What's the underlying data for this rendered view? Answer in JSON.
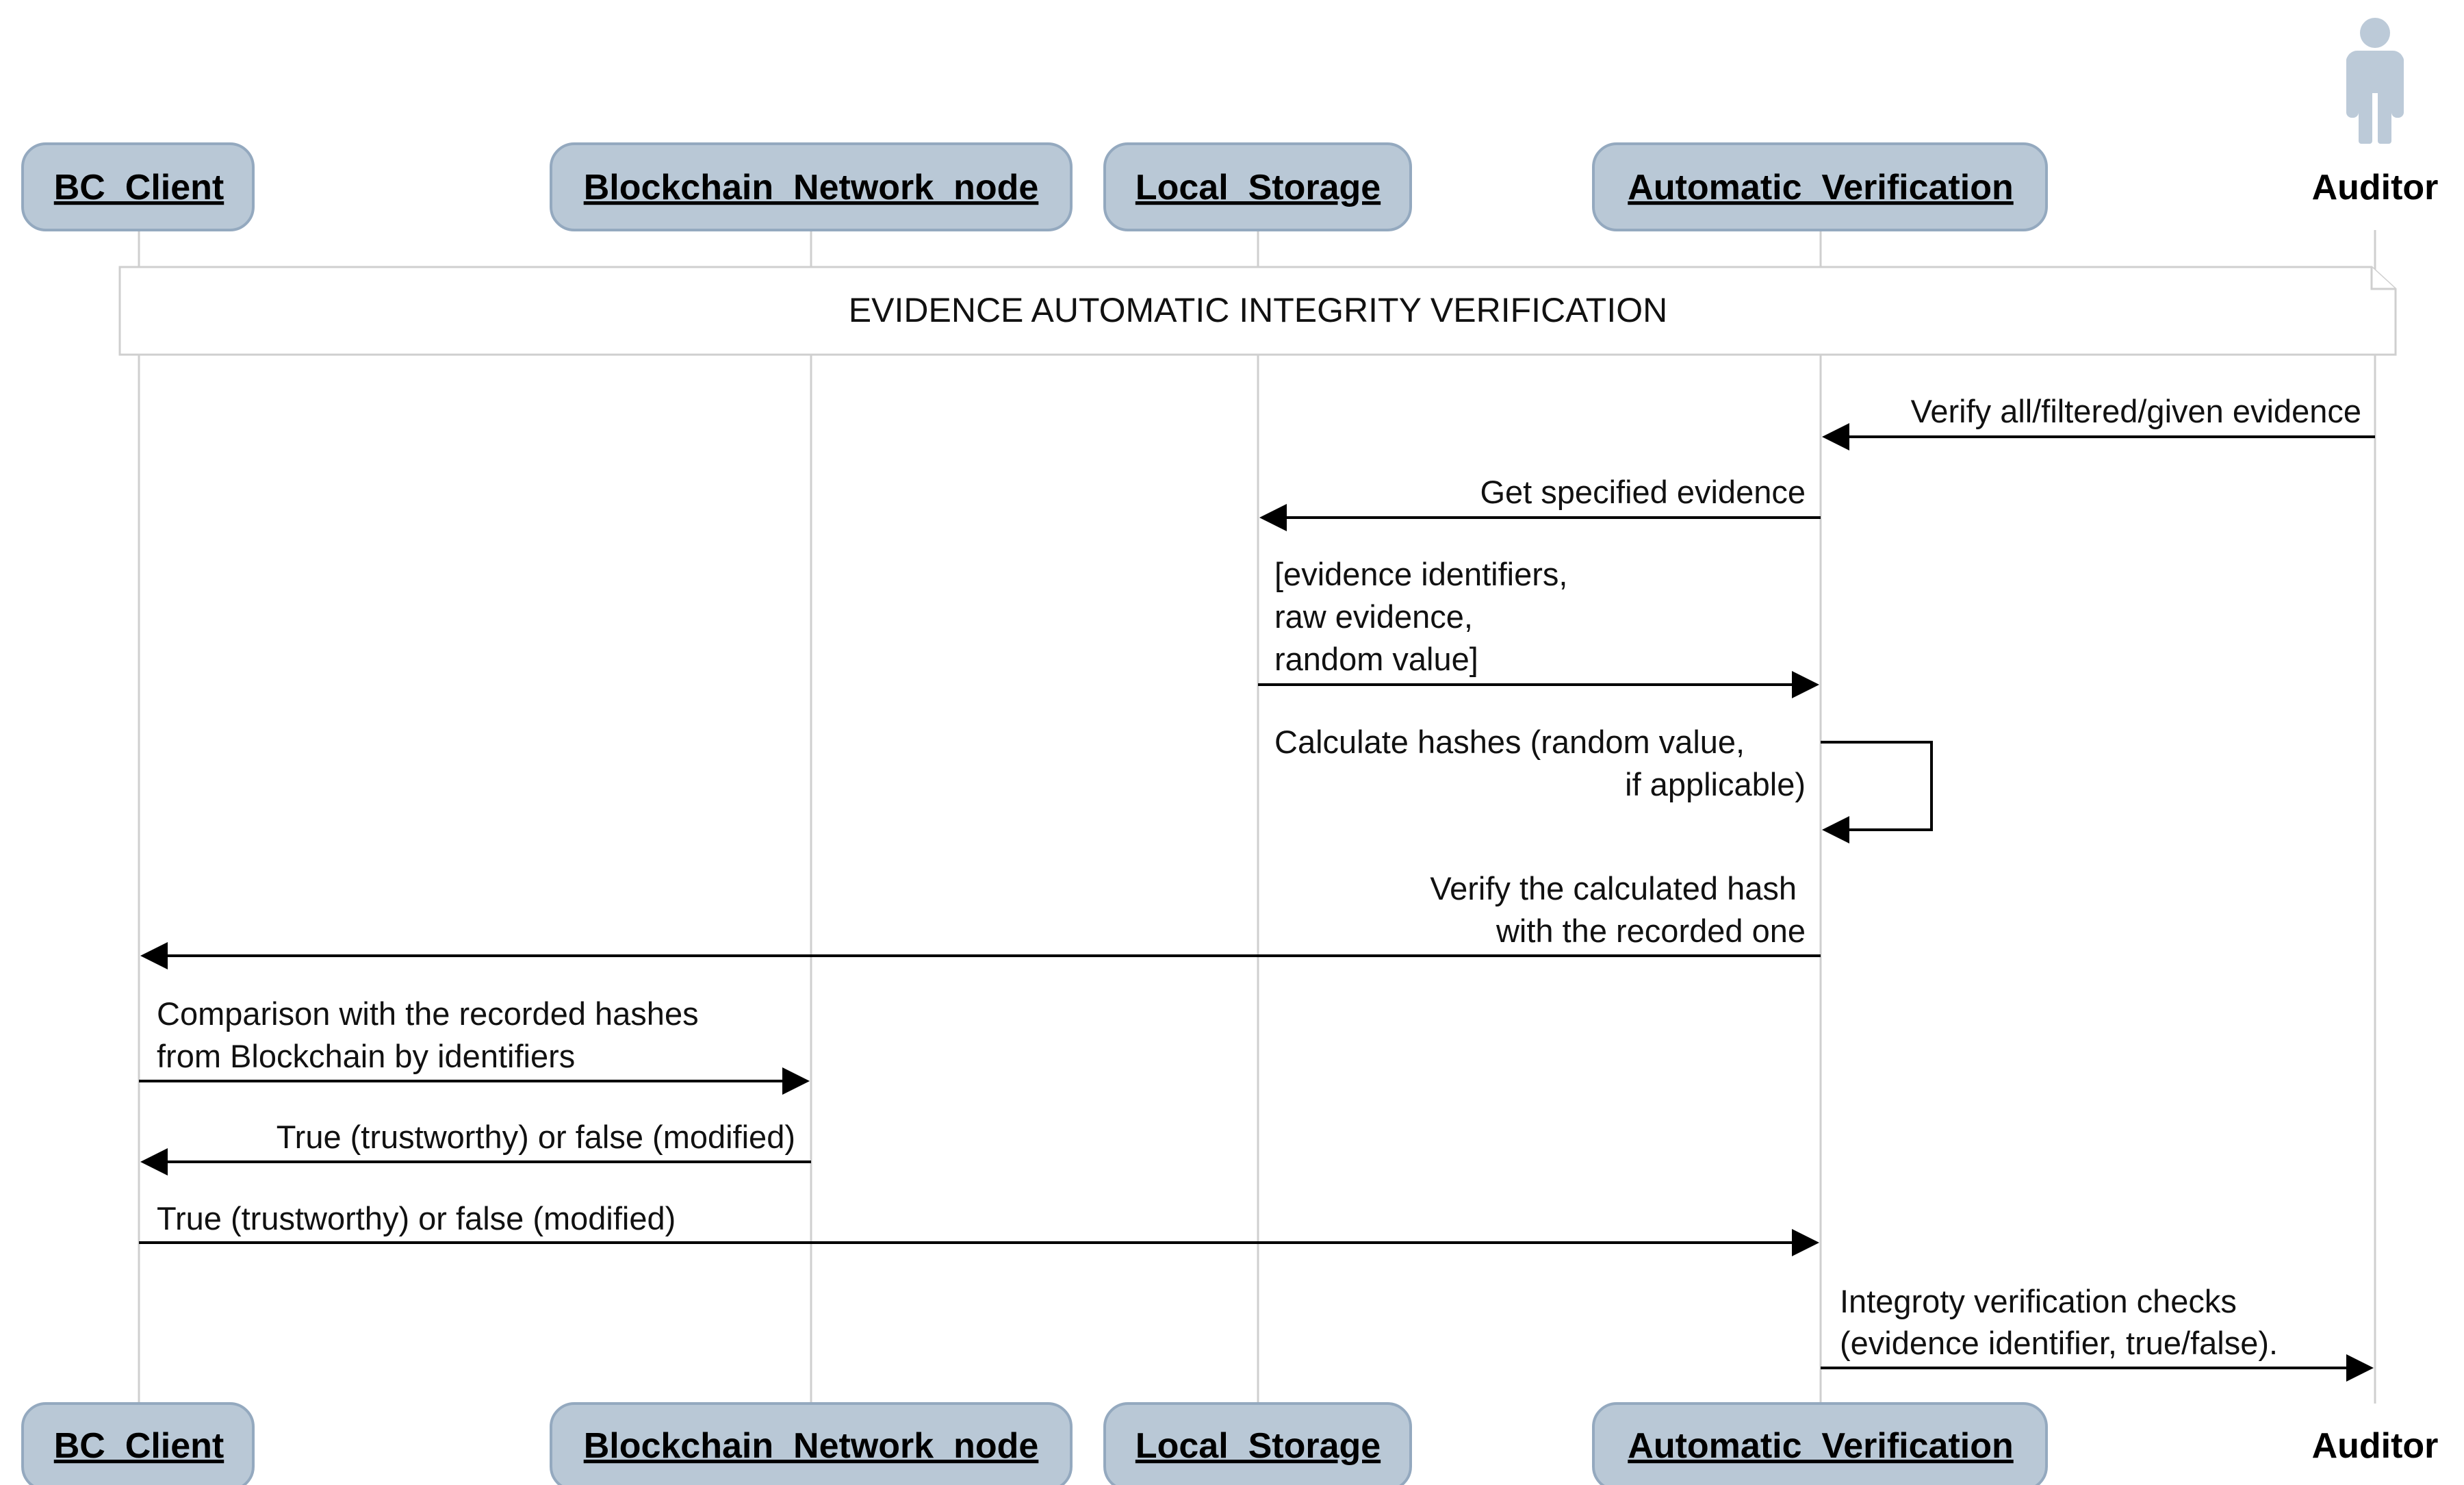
{
  "participants": [
    {
      "id": "bc_client",
      "label": "BC_Client"
    },
    {
      "id": "bc_node",
      "label": "Blockchain_Network_node"
    },
    {
      "id": "local_storage",
      "label": "Local_Storage"
    },
    {
      "id": "auto_verif",
      "label": "Automatic_Verification"
    },
    {
      "id": "auditor",
      "label": "Auditor",
      "actor": true
    }
  ],
  "note": {
    "text": "EVIDENCE AUTOMATIC INTEGRITY VERIFICATION"
  },
  "messages": [
    {
      "from": "auditor",
      "to": "auto_verif",
      "lines": [
        "Verify all/filtered/given evidence"
      ]
    },
    {
      "from": "auto_verif",
      "to": "local_storage",
      "lines": [
        "Get specified evidence"
      ]
    },
    {
      "from": "local_storage",
      "to": "auto_verif",
      "lines": [
        "[evidence identifiers,",
        "raw evidence,",
        "random value]"
      ]
    },
    {
      "from": "auto_verif",
      "to": "auto_verif",
      "lines": [
        "Calculate hashes (random value,",
        "if applicable)"
      ]
    },
    {
      "from": "auto_verif",
      "to": "bc_client",
      "lines": [
        "Verify the calculated hash",
        "with the recorded one"
      ]
    },
    {
      "from": "bc_client",
      "to": "bc_node",
      "lines": [
        "Comparison with the recorded hashes",
        "from Blockchain by identifiers"
      ]
    },
    {
      "from": "bc_node",
      "to": "bc_client",
      "lines": [
        "True (trustworthy) or false (modified)"
      ]
    },
    {
      "from": "bc_client",
      "to": "auto_verif",
      "lines": [
        "True (trustworthy) or false (modified)"
      ]
    },
    {
      "from": "auto_verif",
      "to": "auditor",
      "lines": [
        "Integroty verification checks",
        "(evidence identifier, true/false)."
      ]
    }
  ]
}
